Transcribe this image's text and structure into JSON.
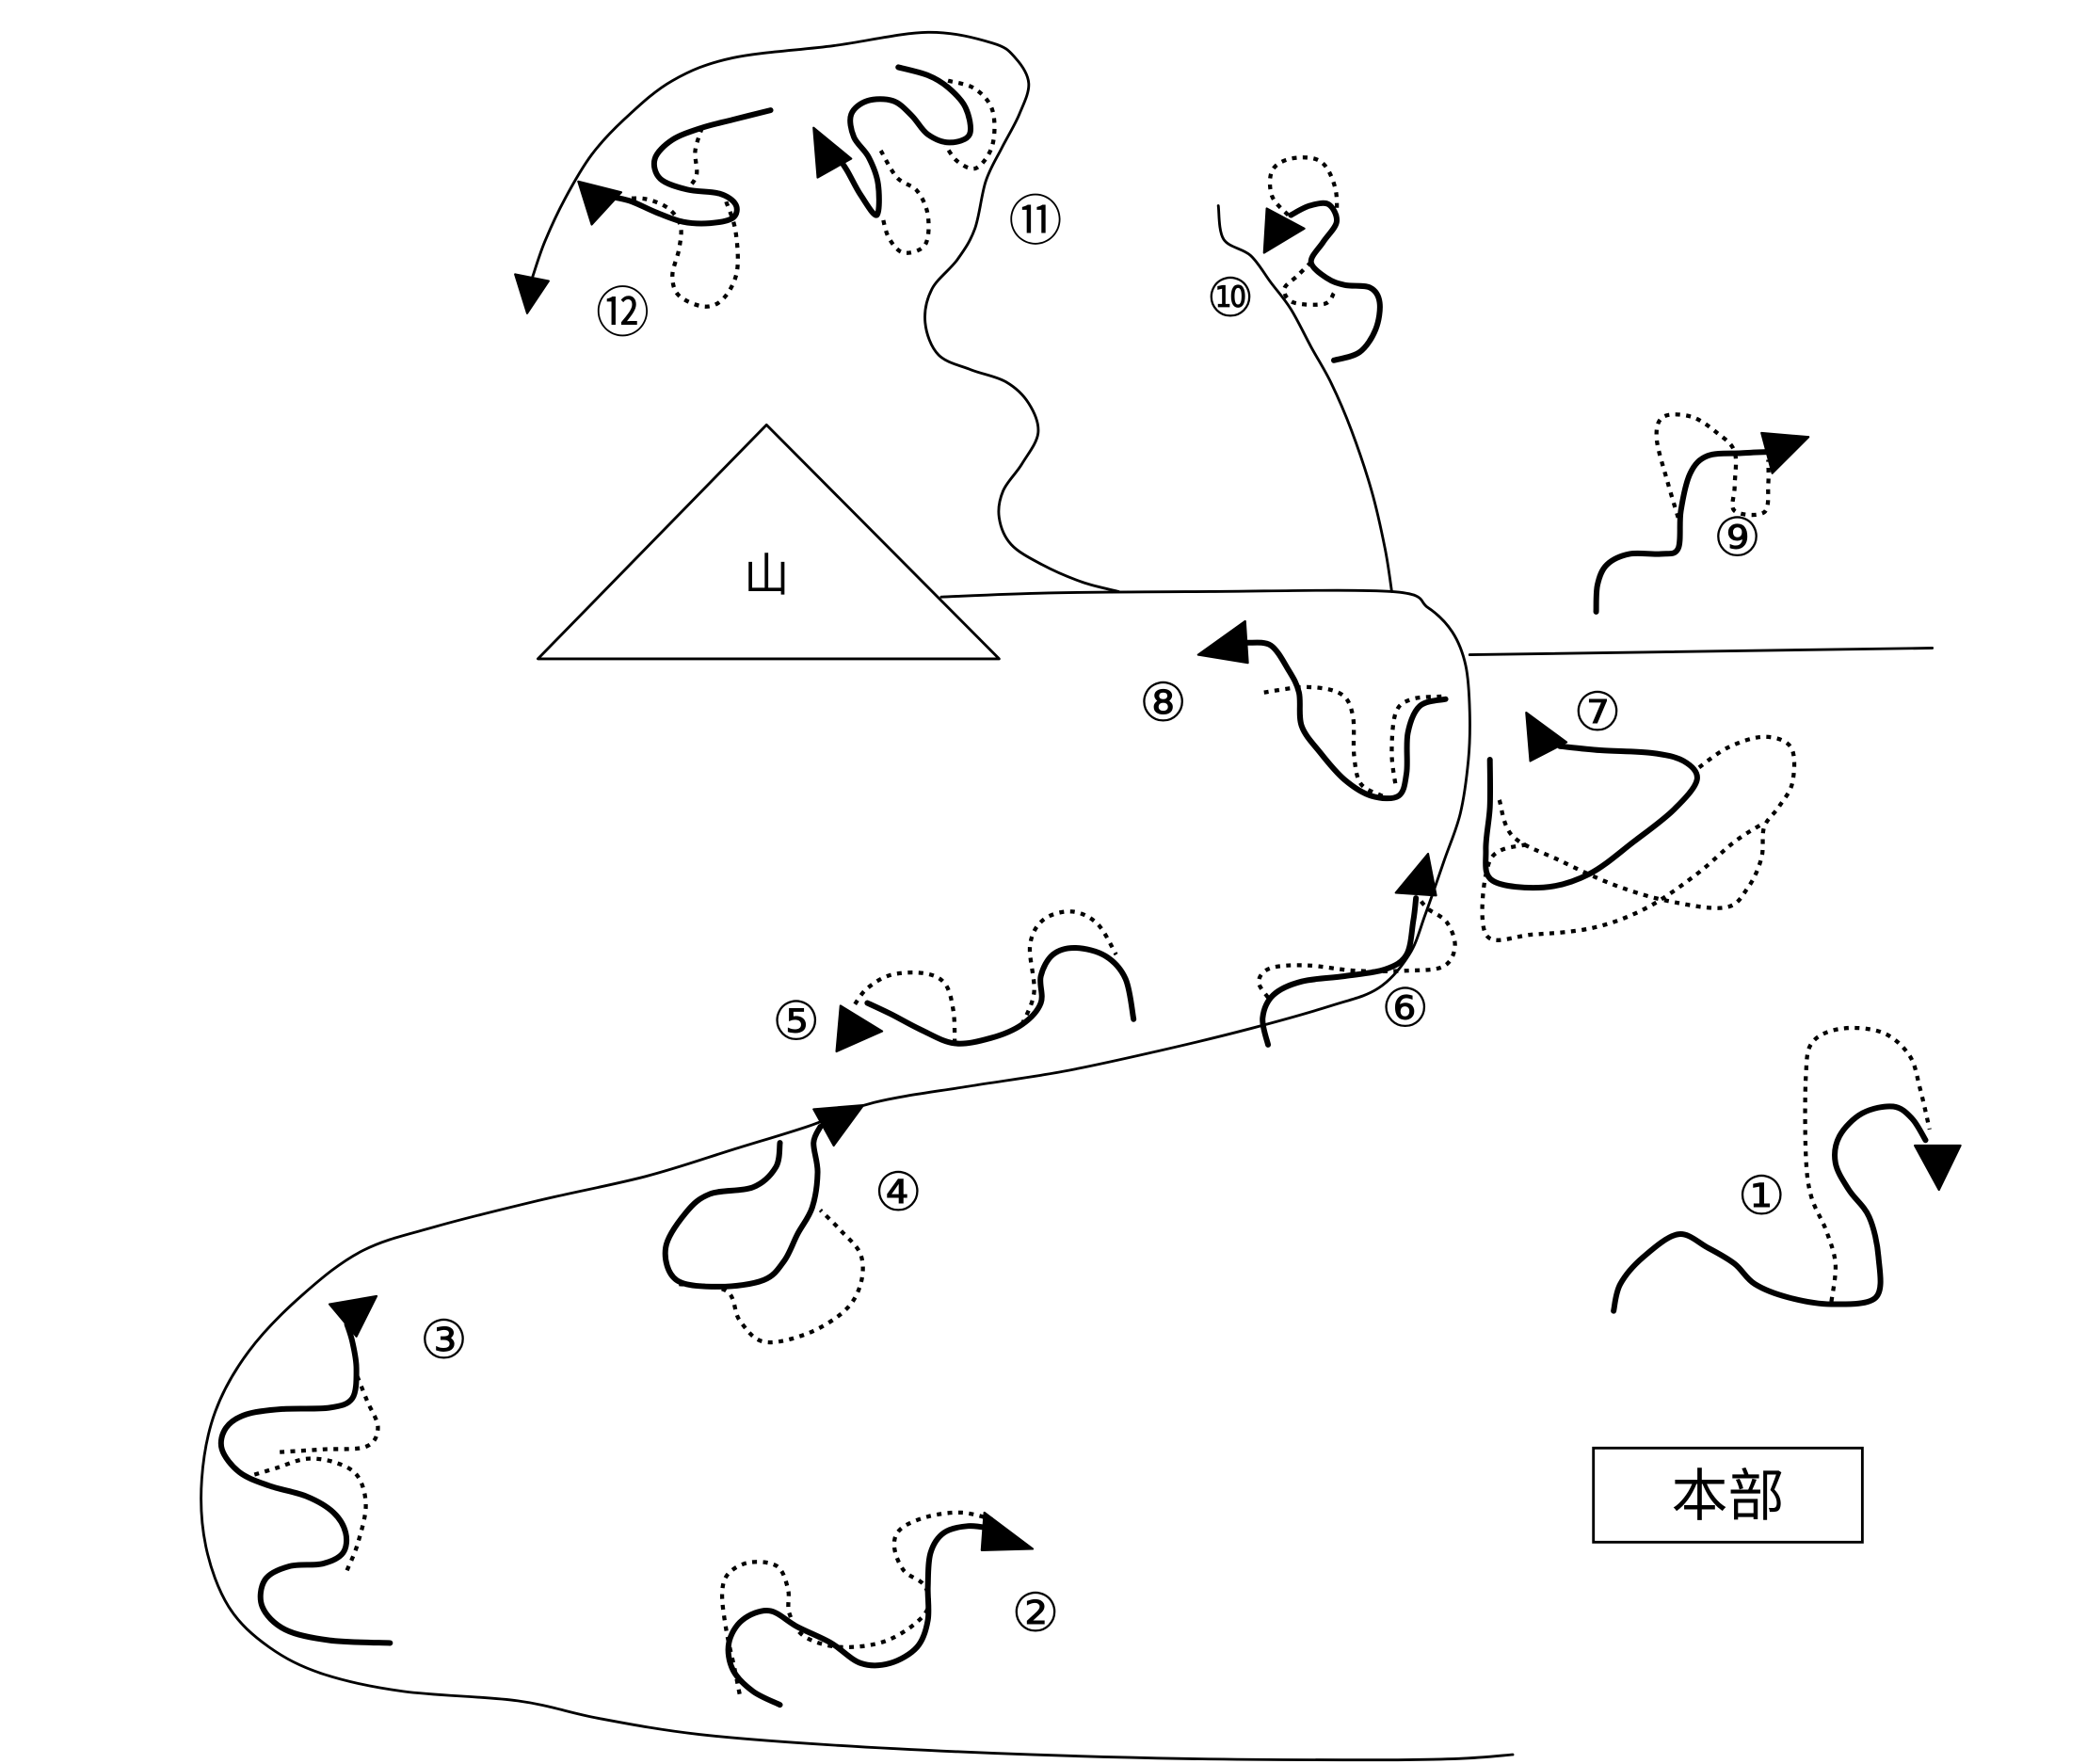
{
  "markers": [
    "①",
    "②",
    "③",
    "④",
    "⑤",
    "⑥",
    "⑦",
    "⑧",
    "⑨",
    "⑩",
    "⑪",
    "⑫"
  ],
  "mountain": {
    "label": "山",
    "icon": "triangle-mountain-icon"
  },
  "headquarters": {
    "label": "本部"
  },
  "colors": {
    "line": "#000000",
    "background": "#ffffff"
  }
}
